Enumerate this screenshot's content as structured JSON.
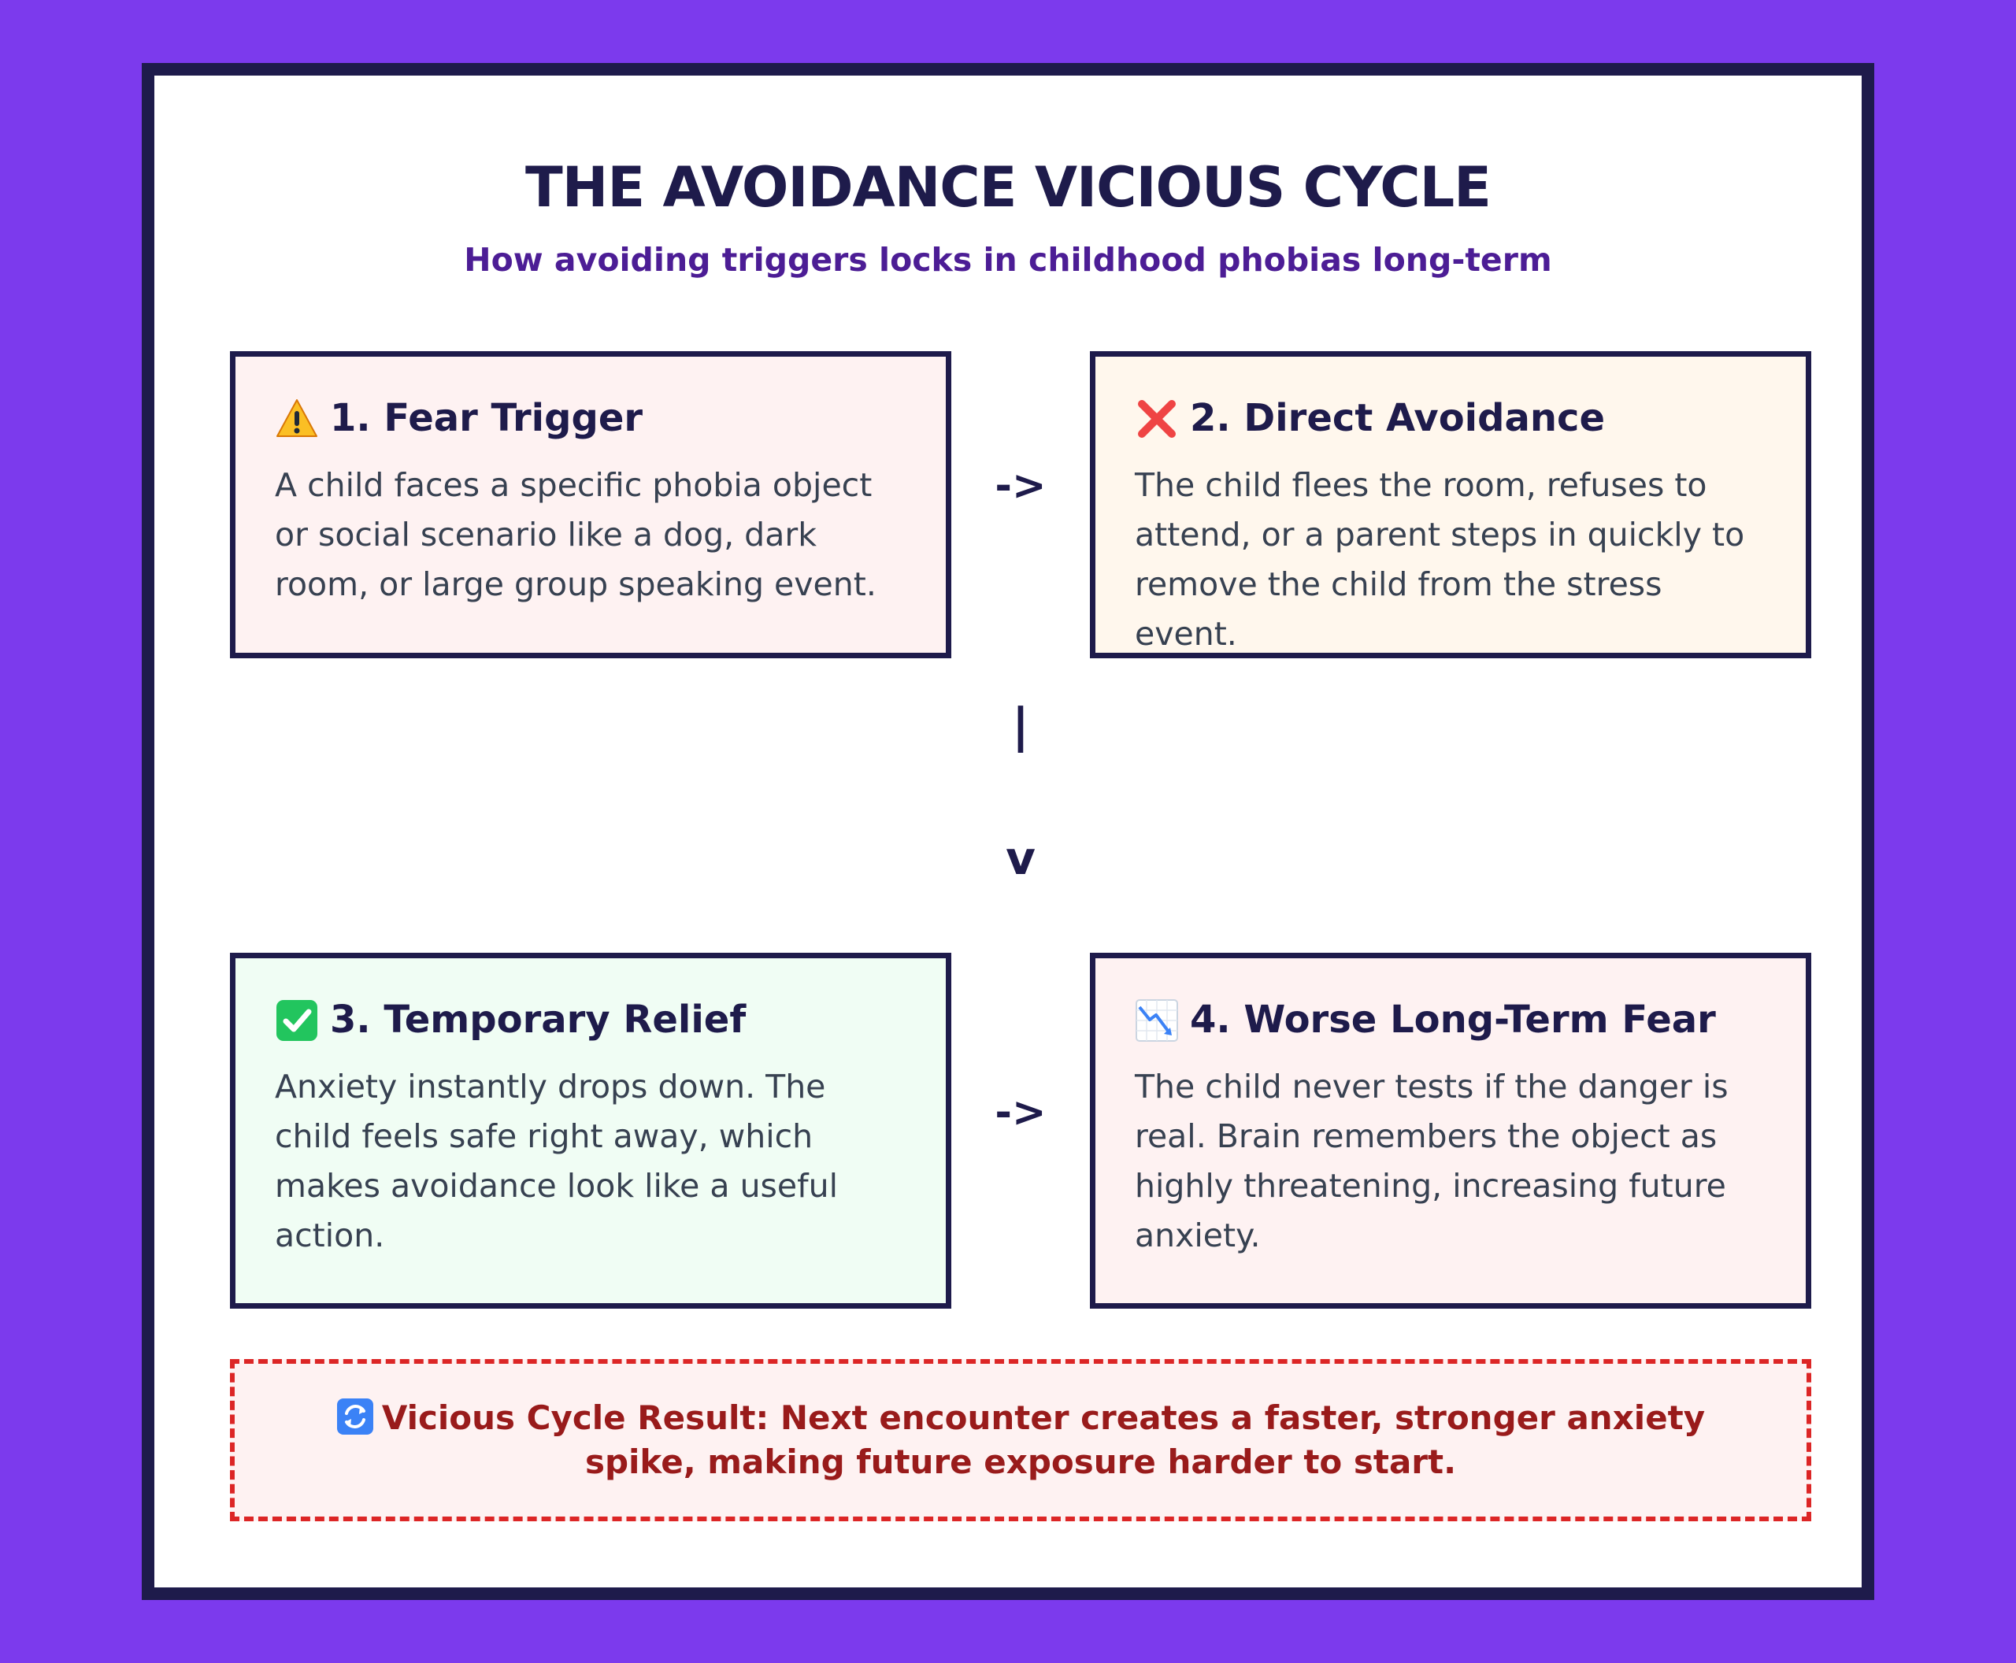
{
  "diagram": {
    "title": "THE AVOIDANCE VICIOUS CYCLE",
    "subtitle": "How avoiding triggers locks in childhood phobias long-term",
    "steps": [
      {
        "icon": "warning-icon",
        "title": "1. Fear Trigger",
        "description": "A child faces a specific phobia object or social scenario like a dog, dark room, or large group speaking event.",
        "background": "#fef2f2"
      },
      {
        "icon": "cross-mark-icon",
        "title": "2. Direct Avoidance",
        "description": "The child flees the room, refuses to attend, or a parent steps in quickly to remove the child from the stress event.",
        "background": "#fff7ed"
      },
      {
        "icon": "check-mark-icon",
        "title": "3. Temporary Relief",
        "description": "Anxiety instantly drops down. The child feels safe right away, which makes avoidance look like a useful action.",
        "background": "#f0fdf4"
      },
      {
        "icon": "chart-decreasing-icon",
        "title": "4. Worse Long-Term Fear",
        "description": "The child never tests if the danger is real. Brain remembers the object as highly threatening, increasing future anxiety.",
        "background": "#fef2f2"
      }
    ],
    "arrows": {
      "right": "->",
      "down_bar": "|",
      "down_head": "v"
    },
    "result": {
      "icon": "cycle-arrows-icon",
      "text": "Vicious Cycle Result: Next encounter creates a faster, stronger anxiety spike, making future exposure harder to start."
    },
    "colors": {
      "page_background": "#7c3aed",
      "frame": "#1e1b4b",
      "title": "#1e1b4b",
      "subtitle": "#4c1d95",
      "result_border": "#dc2626",
      "result_text": "#991b1b"
    }
  }
}
